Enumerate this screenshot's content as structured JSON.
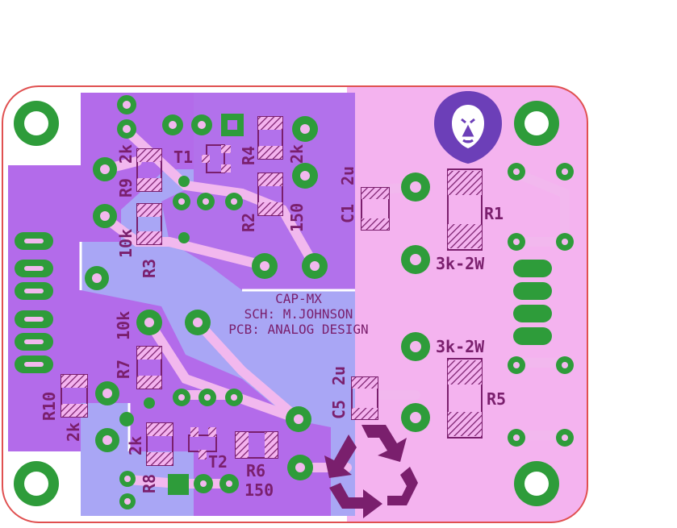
{
  "board": {
    "info": {
      "line1": "CAP-MX",
      "line2": "SCH: M.JOHNSON",
      "line3": "PCB: ANALOG DESIGN"
    },
    "colors": {
      "outline": "#e05050",
      "board_fill": "#ffffff",
      "top_copper": "#b36bea",
      "bottom_copper": "#a9a6f5",
      "right_zone": "#f4b3ef",
      "pad": "#2e9c3a",
      "silk": "#7a1f6d",
      "trace_light": "#f2b8ee"
    },
    "labels": {
      "r1": "R1",
      "r1_value": "3k-2W",
      "r2": "R2",
      "r2_value": "150",
      "r3": "R3",
      "r3_value": "10k",
      "r4": "R4",
      "r4_value": "2k",
      "r5": "R5",
      "r5_value": "3k-2W",
      "r6": "R6",
      "r6_value": "150",
      "r7": "R7",
      "r7_value": "10k",
      "r8": "R8",
      "r8_value": "2k",
      "r9": "R9",
      "r9_value": "2k",
      "r10": "R10",
      "r10_value": "2k",
      "c1": "C1",
      "c1_value": "2u",
      "c5": "C5",
      "c5_value": "2u",
      "t1": "T1",
      "t2": "T2"
    },
    "icons": {
      "logo": "lion-head-icon",
      "recycle": "recycle-icon"
    }
  }
}
